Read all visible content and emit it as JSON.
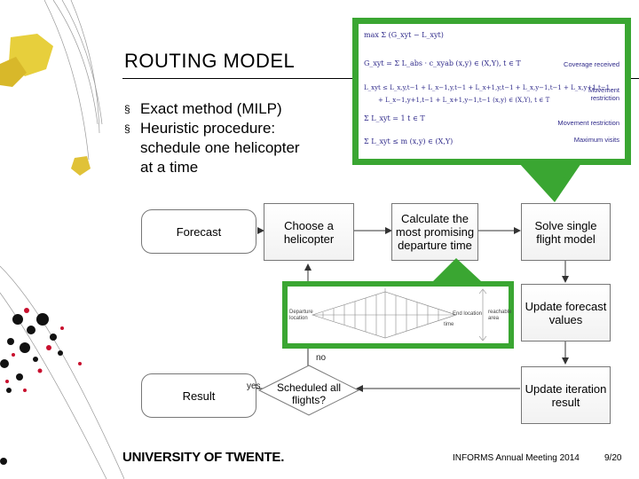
{
  "slide": {
    "title": "ROUTING MODEL",
    "bullets": [
      {
        "marker": "§",
        "lines": [
          "Exact method (MILP)"
        ]
      },
      {
        "marker": "§",
        "lines": [
          "Heuristic procedure:",
          "schedule one helicopter",
          "at a time"
        ]
      }
    ]
  },
  "formula_box": {
    "lines": [
      "max  Σ (G_xyt − L_xyt)",
      "G_xyt = Σ L_abs · c_xyab    (x,y) ∈ (X,Y), t ∈ T",
      "L_xyt ≤ L_x,y,t−1 + L_x−1,y,t−1 + L_x+1,y,t−1 + L_x,y−1,t−1 + L_x,y+1,t−1",
      "+ L_x−1,y+1,t−1 + L_x+1,y−1,t−1     (x,y) ∈ (X,Y), t ∈ T",
      "Σ L_xyt = 1    t ∈ T",
      "Σ L_xyt ≤ m    (x,y) ∈ (X,Y)"
    ],
    "labels": [
      "Coverage received",
      "Movement restriction",
      "Movement restriction",
      "Maximum visits"
    ]
  },
  "flowchart": {
    "forecast": "Forecast",
    "choose": "Choose a helicopter",
    "calculate": "Calculate the most promising departure time",
    "solve": "Solve single flight model",
    "update_forecast": "Update forecast values",
    "update_iteration": "Update iteration result",
    "scheduled": "Scheduled all flights?",
    "result": "Result",
    "no_label": "no",
    "yes_label": "yes"
  },
  "mini_chart": {
    "departure_label": "Departure location",
    "end_label": "End location",
    "reachable_label": "reachable area",
    "time_label": "time"
  },
  "footer": {
    "logo": "UNIVERSITY OF TWENTE.",
    "conference": "INFORMS Annual Meeting 2014",
    "page": "9/20"
  },
  "colors": {
    "accent_green": "#3aa632",
    "formula_text": "#2f2a8a"
  }
}
